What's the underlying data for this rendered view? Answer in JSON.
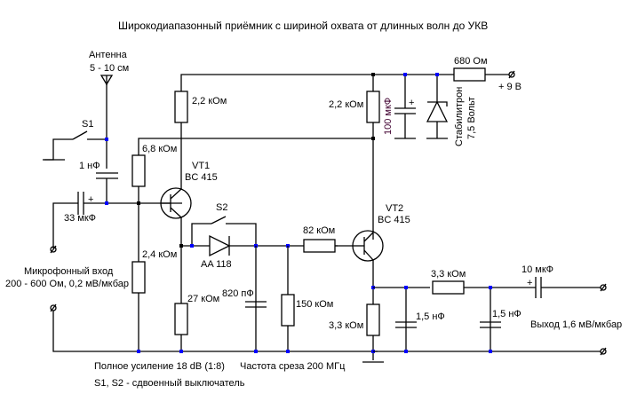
{
  "title": "Широкодиапазонный приёмник с шириной охвата от длинных волн до УКВ",
  "antenna": {
    "label": "Антенна",
    "length": "5 - 10 см"
  },
  "switches": {
    "s1": "S1",
    "s2": "S2"
  },
  "components": {
    "c_1nf": "1 нФ",
    "c_33uf": "33 мкФ",
    "r_6_8k": "6,8 кОм",
    "r_2_2k_a": "2,2 кОм",
    "r_2_2k_b": "2,2 кОм",
    "r_2_4k": "2,4 кОм",
    "vt1_name": "VT1",
    "vt1_type": "BC 415",
    "vt2_name": "VT2",
    "vt2_type": "BC 415",
    "diode": "AA 118",
    "r_82k": "82 кОм",
    "r_27k": "27 кОм",
    "c_820pf": "820 пФ",
    "r_150k": "150 кОм",
    "r_3_3k_a": "3,3 кОм",
    "r_3_3k_b": "3,3 кОм",
    "c_1_5nf_a": "1,5 нФ",
    "c_1_5nf_b": "1,5 нФ",
    "c_10uf": "10 мкФ",
    "c_100uf": "100 мкФ",
    "r_680": "680 Ом",
    "zener_1": "Стабилитрон",
    "zener_2": "7,5 Вольт",
    "plus": "+"
  },
  "supply": "+ 9 В",
  "mic_input": {
    "line1": "Микрофонный вход",
    "line2": "200 - 600 Ом, 0,2 мВ/мкбар"
  },
  "output": "Выход 1,6 мВ/мкбар",
  "notes": {
    "gain": "Полное усиление 18 dB (1:8)",
    "cutoff": "Частота среза 200 МГц",
    "switch_note": "S1, S2 - сдвоенный выключатель"
  }
}
